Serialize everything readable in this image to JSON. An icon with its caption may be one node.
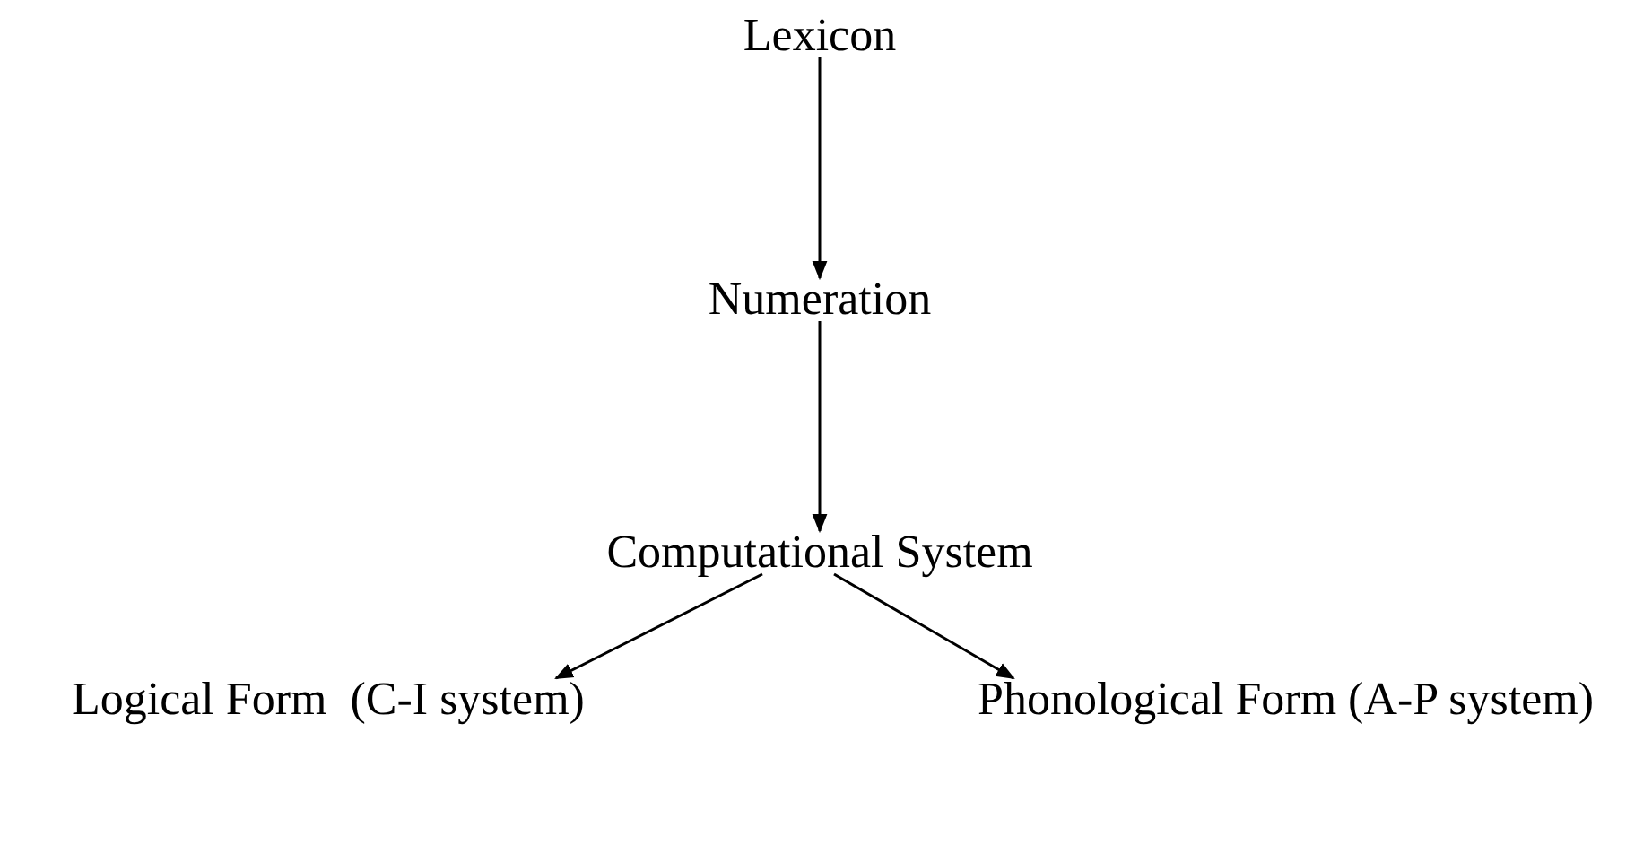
{
  "diagram": {
    "nodes": [
      {
        "text": [
          "Lexicon"
        ]
      },
      {
        "text": [
          "Numeration"
        ]
      },
      {
        "text": [
          "Computational System"
        ]
      },
      {
        "text": [
          "Logical Form  (C-I system)"
        ]
      },
      {
        "text": [
          "Phonological Form (A-P system)"
        ]
      }
    ],
    "edges": [
      {
        "from": 0,
        "to": 1,
        "arrow": "to"
      },
      {
        "from": 1,
        "to": 2,
        "arrow": "to"
      },
      {
        "from": 2,
        "to": 3,
        "arrow": "to"
      },
      {
        "from": 2,
        "to": 4,
        "arrow": "to"
      }
    ]
  }
}
